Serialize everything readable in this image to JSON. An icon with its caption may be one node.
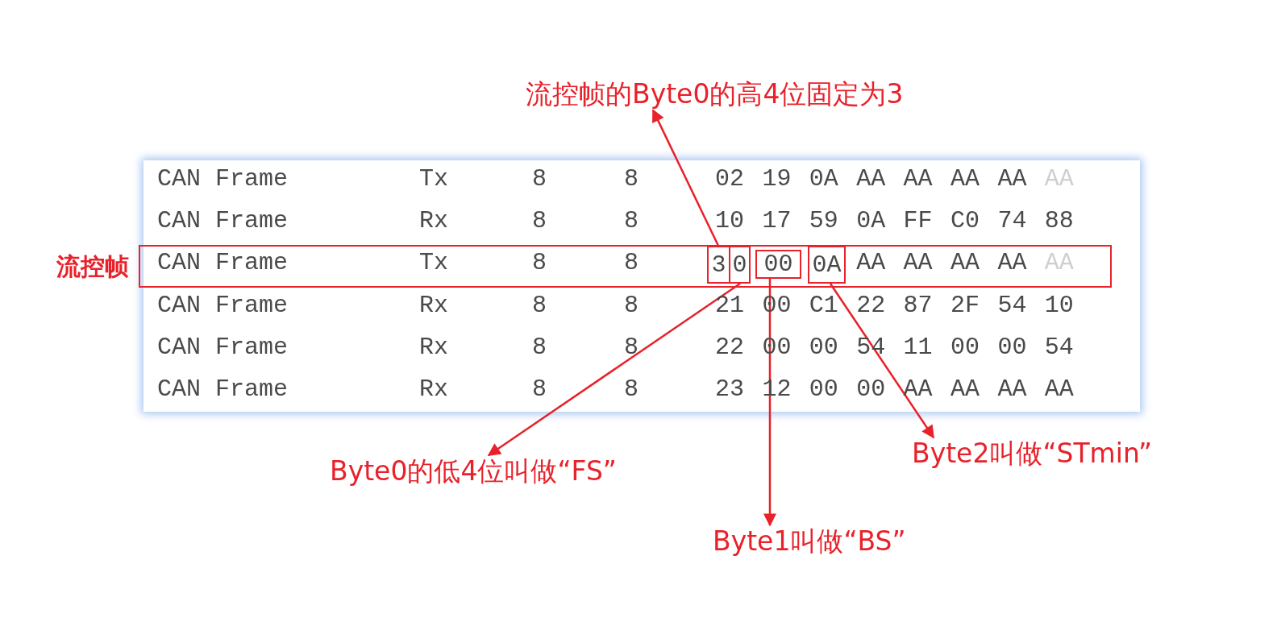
{
  "diagram": {
    "nodes": [
      {
        "text": [],
        "shape": "box",
        "beside": [
          "流控帧"
        ]
      },
      {
        "text": [
          "3"
        ],
        "in": 0
      },
      {
        "text": [
          "0"
        ],
        "in": 0
      },
      {
        "text": [
          "00"
        ],
        "in": 0
      },
      {
        "text": [
          "0A"
        ],
        "in": 0
      },
      {
        "text": [
          "流控帧的Byte0的高4位固定为3"
        ]
      },
      {
        "text": [
          "Byte0的低4位叫做“FS”"
        ]
      },
      {
        "text": [
          "Byte1叫做“BS”"
        ]
      },
      {
        "text": [
          "Byte2叫做“STmin”"
        ]
      }
    ],
    "edges": [
      {
        "from": 1,
        "to": 5,
        "arrow": "to"
      },
      {
        "from": 2,
        "to": 6,
        "arrow": "to"
      },
      {
        "from": 3,
        "to": 7,
        "arrow": "to"
      },
      {
        "from": 4,
        "to": 8,
        "arrow": "to"
      }
    ],
    "labels": [
      "CAN Frame",
      "Tx",
      "8",
      "8",
      "02",
      "19",
      "0A",
      "AA",
      "AA",
      "AA",
      "AA",
      "AA",
      "CAN Frame",
      "Rx",
      "8",
      "8",
      "10",
      "17",
      "59",
      "0A",
      "FF",
      "C0",
      "74",
      "88",
      "CAN Frame",
      "Tx",
      "8",
      "8",
      "AA",
      "AA",
      "AA",
      "AA",
      "AA",
      "CAN Frame",
      "Rx",
      "8",
      "8",
      "21",
      "00",
      "C1",
      "22",
      "87",
      "2F",
      "54",
      "10",
      "CAN Frame",
      "Rx",
      "8",
      "8",
      "22",
      "00",
      "00",
      "54",
      "11",
      "00",
      "00",
      "54",
      "CAN Frame",
      "Rx",
      "8",
      "8",
      "23",
      "12",
      "00",
      "00",
      "AA",
      "AA",
      "AA",
      "AA"
    ]
  }
}
